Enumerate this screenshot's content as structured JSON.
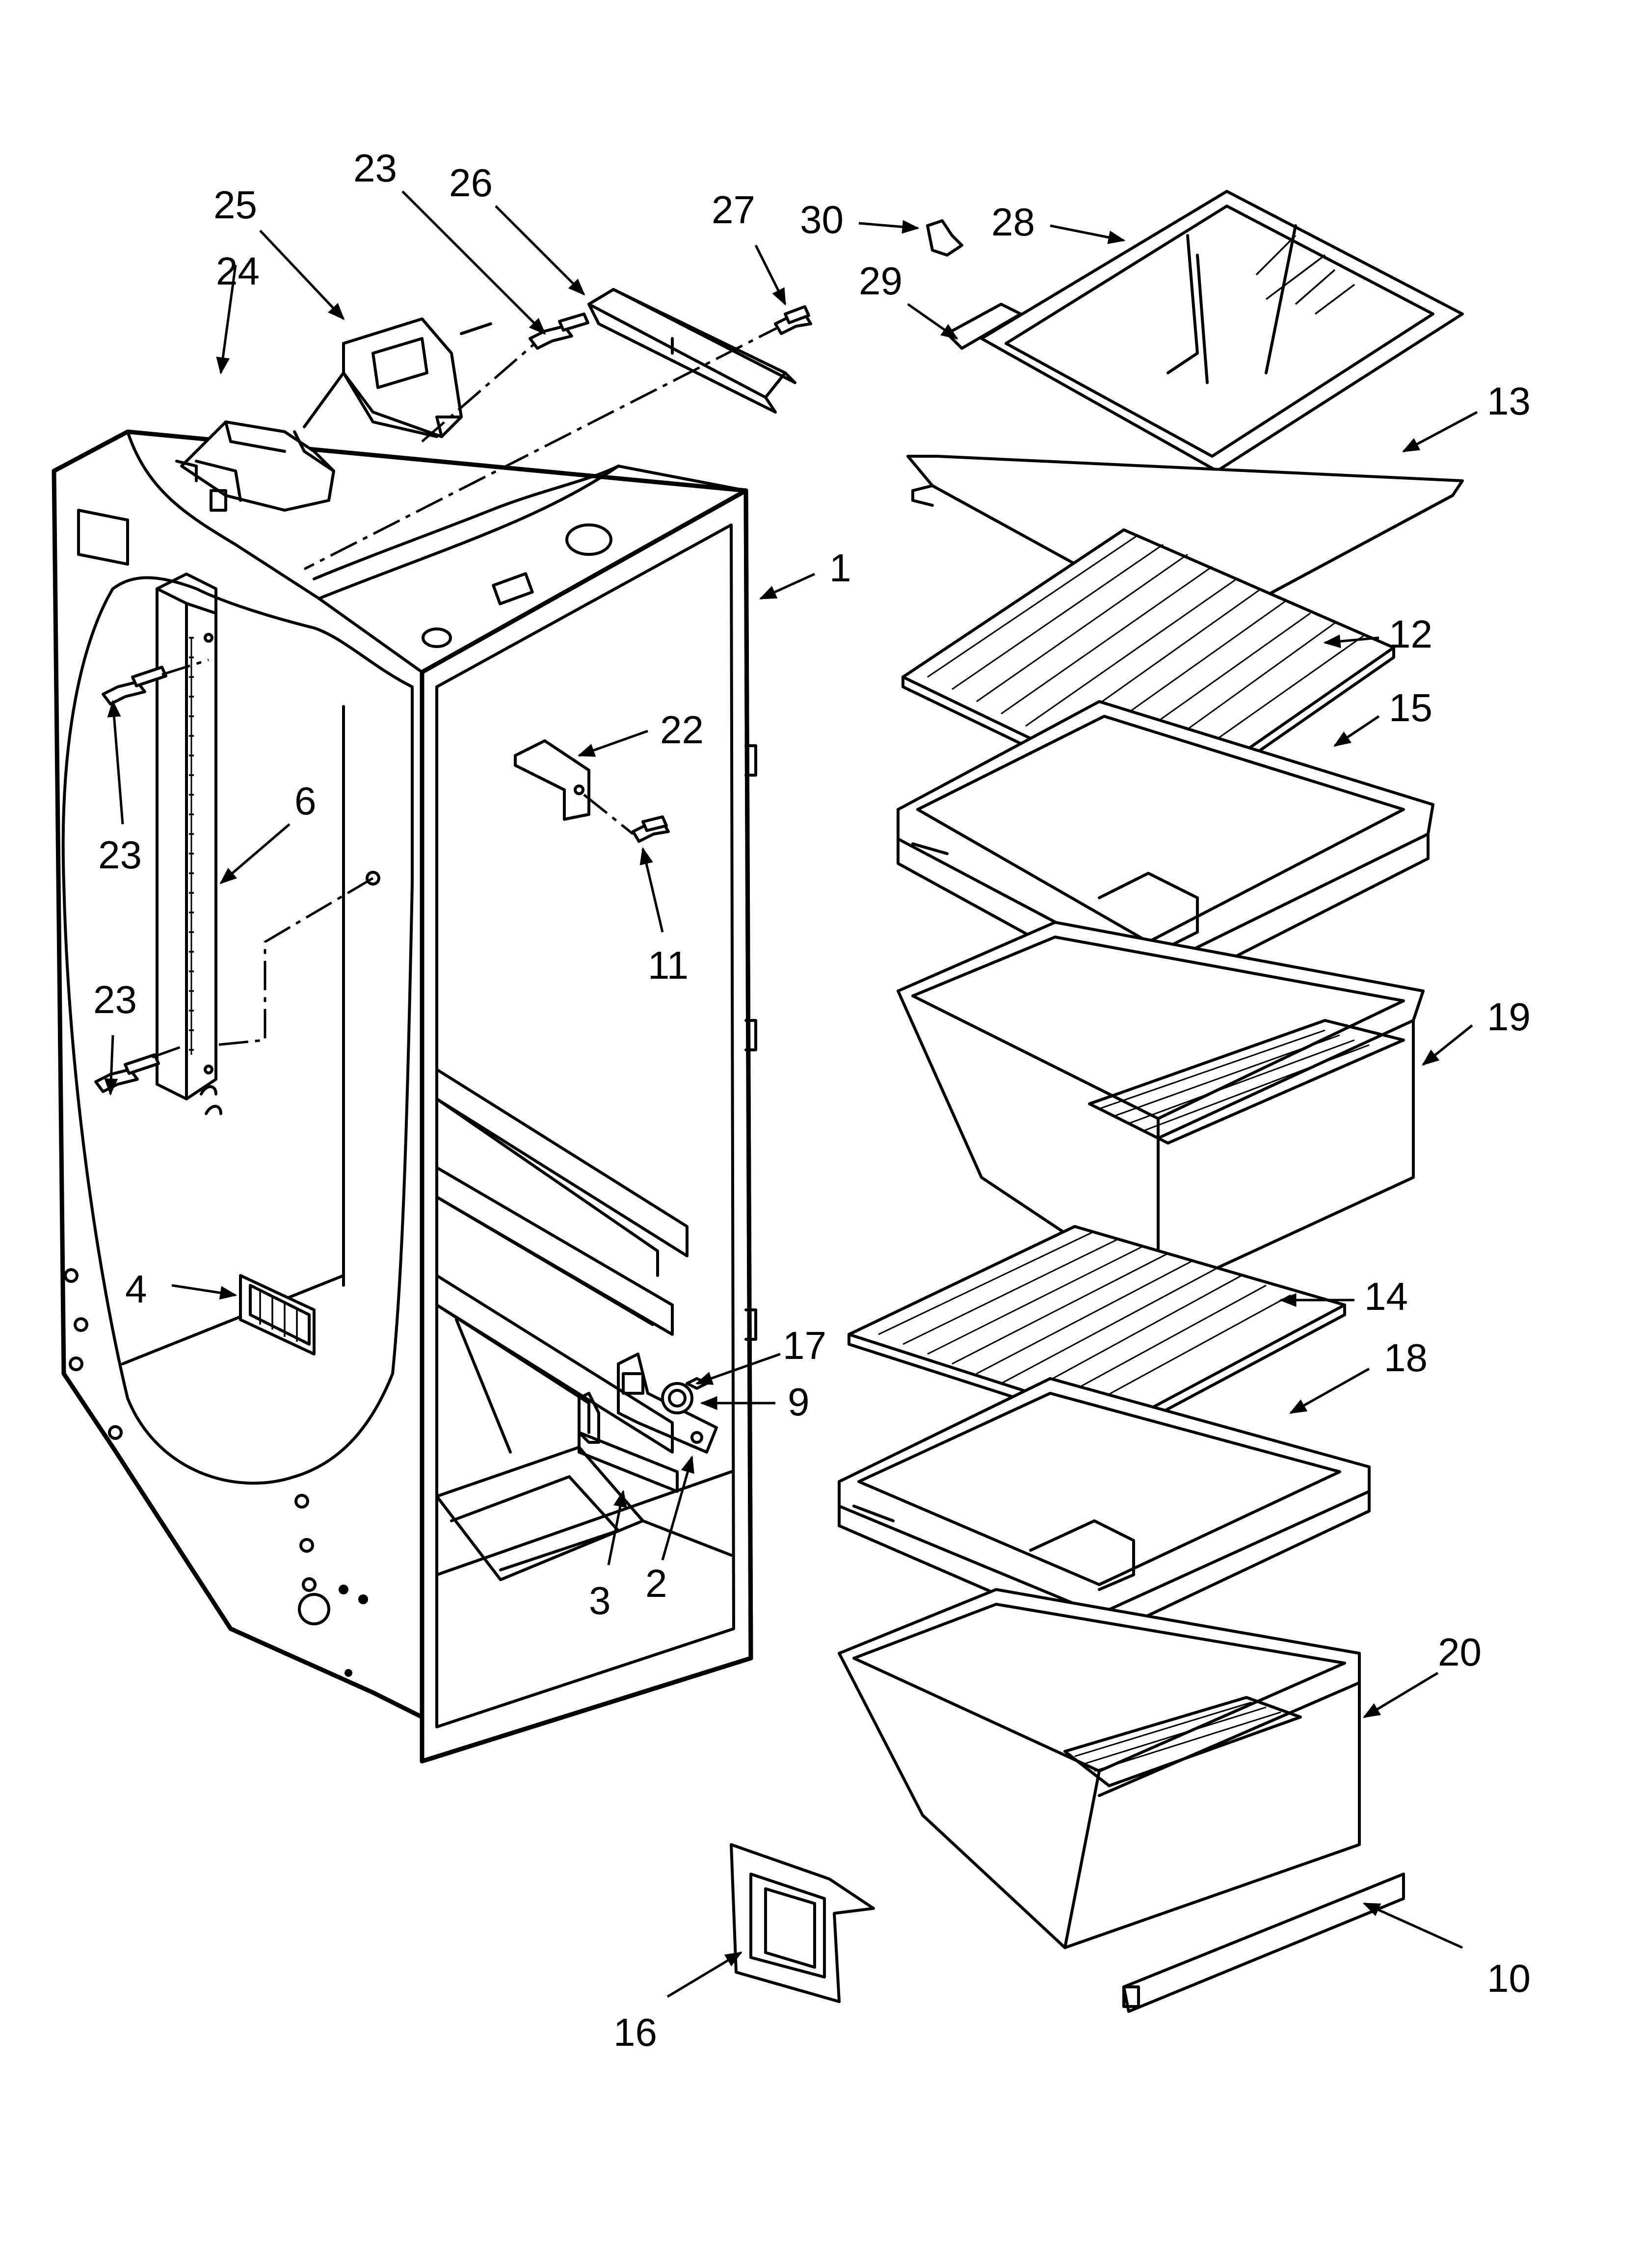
{
  "callouts": [
    {
      "id": "c1",
      "label": "1"
    },
    {
      "id": "c2",
      "label": "2"
    },
    {
      "id": "c3",
      "label": "3"
    },
    {
      "id": "c4",
      "label": "4"
    },
    {
      "id": "c6",
      "label": "6"
    },
    {
      "id": "c9",
      "label": "9"
    },
    {
      "id": "c10",
      "label": "10"
    },
    {
      "id": "c11",
      "label": "11"
    },
    {
      "id": "c12",
      "label": "12"
    },
    {
      "id": "c13",
      "label": "13"
    },
    {
      "id": "c14",
      "label": "14"
    },
    {
      "id": "c15",
      "label": "15"
    },
    {
      "id": "c16",
      "label": "16"
    },
    {
      "id": "c17",
      "label": "17"
    },
    {
      "id": "c18",
      "label": "18"
    },
    {
      "id": "c19",
      "label": "19"
    },
    {
      "id": "c20",
      "label": "20"
    },
    {
      "id": "c22",
      "label": "22"
    },
    {
      "id": "c23a",
      "label": "23"
    },
    {
      "id": "c23b",
      "label": "23"
    },
    {
      "id": "c23c",
      "label": "23"
    },
    {
      "id": "c24",
      "label": "24"
    },
    {
      "id": "c25",
      "label": "25"
    },
    {
      "id": "c26",
      "label": "26"
    },
    {
      "id": "c27",
      "label": "27"
    },
    {
      "id": "c28",
      "label": "28"
    },
    {
      "id": "c29",
      "label": "29"
    },
    {
      "id": "c30",
      "label": "30"
    }
  ]
}
